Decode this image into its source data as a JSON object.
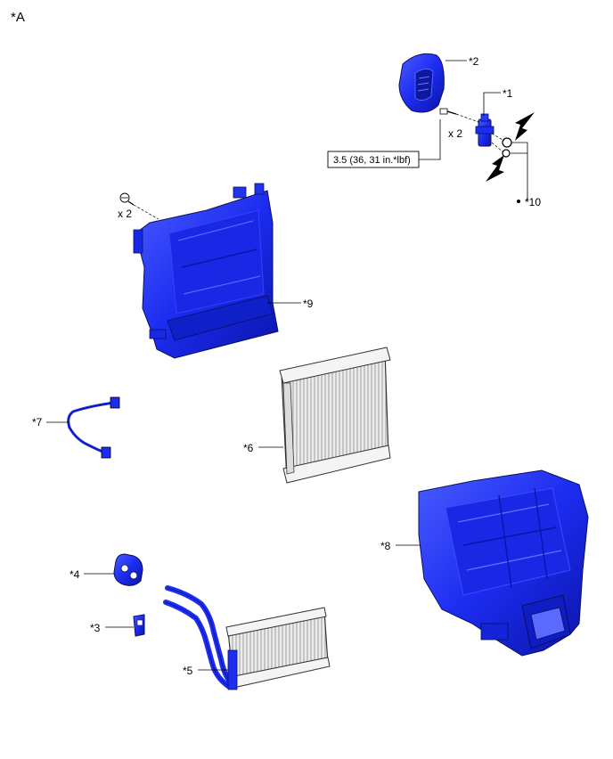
{
  "figure_label": "*A",
  "callouts": {
    "c1": "*1",
    "c2": "*2",
    "c3": "*3",
    "c4": "*4",
    "c5": "*5",
    "c6": "*6",
    "c7": "*7",
    "c8": "*8",
    "c9": "*9",
    "c10": "*10"
  },
  "quantities": {
    "bolt_top": "x 2",
    "screw_left": "x 2"
  },
  "torque_spec": "3.5 (36, 31 in.*lbf)",
  "part_color": "#1c2cf0",
  "arrow_color": "#000000"
}
